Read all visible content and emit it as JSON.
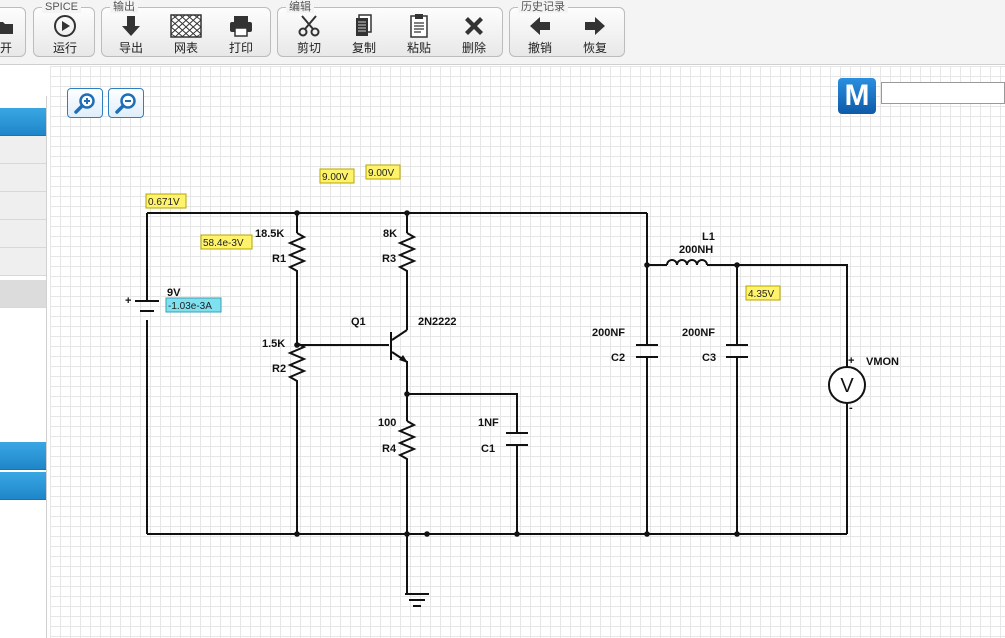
{
  "toolbar": {
    "file_partial_label": "开",
    "groups": {
      "spice": "SPICE",
      "output": "输出",
      "edit": "编辑",
      "history": "历史记录"
    },
    "buttons": {
      "run": "运行",
      "export": "导出",
      "netlist": "网表",
      "print": "打印",
      "cut": "剪切",
      "copy": "复制",
      "paste": "粘贴",
      "delete": "删除",
      "undo": "撤销",
      "redo": "恢复"
    }
  },
  "logo": {
    "letter": "M"
  },
  "search": {
    "value": ""
  },
  "schematic": {
    "battery": {
      "value": "9V",
      "plus": "+"
    },
    "r1": {
      "ref": "R1",
      "value": "18.5K"
    },
    "r2": {
      "ref": "R2",
      "value": "1.5K"
    },
    "r3": {
      "ref": "R3",
      "value": "8K"
    },
    "r4": {
      "ref": "R4",
      "value": "100"
    },
    "q1": {
      "ref": "Q1",
      "part": "2N2222"
    },
    "c1": {
      "ref": "C1",
      "value": "1NF"
    },
    "c2": {
      "ref": "C2",
      "value": "200NF"
    },
    "c3": {
      "ref": "C3",
      "value": "200NF"
    },
    "l1": {
      "ref": "L1",
      "value": "200NH"
    },
    "vmon": {
      "ref": "VMON",
      "plus": "+",
      "minus": "-",
      "symbol": "V"
    }
  },
  "probes": {
    "p_0671": "0.671V",
    "p_584": "58.4e-3V",
    "p_9a": "9.00V",
    "p_9b": "9.00V",
    "p_cur": "-1.03e-3A",
    "p_435": "4.35V"
  },
  "colors": {
    "probe_voltage": "#fff36b",
    "probe_current": "#7fe0ef",
    "accent_blue": "#1f86c9"
  }
}
